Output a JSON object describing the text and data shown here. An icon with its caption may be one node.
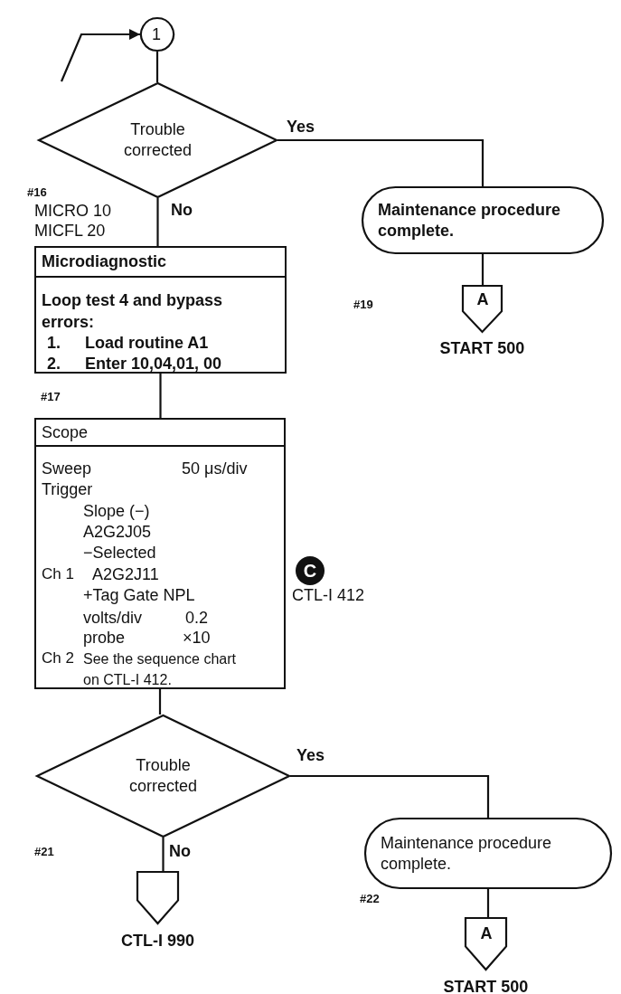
{
  "diagram": {
    "nodes": [
      {
        "text": [
          "1"
        ]
      },
      {
        "text": [
          "Trouble corrected"
        ]
      },
      {
        "text": [
          "Maintenance procedure complete."
        ]
      },
      {
        "text": [
          "A"
        ],
        "beside": [
          "START 500"
        ]
      },
      {
        "text": [
          "Microdiagnostic",
          "Loop test 4 and bypass errors:",
          "1.",
          "Load routine A1",
          "2.",
          "Enter 10,04,01, 00"
        ]
      },
      {
        "text": [
          "Scope",
          "Sweep",
          "50 μs/div",
          "Trigger",
          "Slope (−)",
          "A2G2J05",
          "−Selected",
          "Ch 1",
          "A2G2J11",
          "+Tag Gate NPL",
          "volts/div",
          "0.2",
          "probe",
          "×10",
          "Ch 2",
          "See the sequence chart on CTL-I 412."
        ]
      },
      {
        "text": [
          "Trouble corrected"
        ]
      },
      {
        "text": [
          "Maintenance procedure complete."
        ]
      },
      {
        "text": [
          "A"
        ],
        "beside": [
          "START 500"
        ]
      },
      {
        "text": [],
        "shape": "pentagon",
        "beside": [
          "CTL-I 990"
        ]
      }
    ],
    "edges": [
      {
        "from": null,
        "to": 0,
        "arrow": "to"
      },
      {
        "from": 0,
        "to": 1,
        "arrow": "none"
      },
      {
        "from": 1,
        "to": 2,
        "arrow": "none",
        "label": "Yes"
      },
      {
        "from": 2,
        "to": 3,
        "arrow": "none"
      },
      {
        "from": 1,
        "to": 4,
        "arrow": "none",
        "label": "No"
      },
      {
        "from": 4,
        "to": 5,
        "arrow": "none"
      },
      {
        "from": 5,
        "to": 6,
        "arrow": "none"
      },
      {
        "from": 6,
        "to": 7,
        "arrow": "none",
        "label": "Yes"
      },
      {
        "from": 7,
        "to": 8,
        "arrow": "none"
      },
      {
        "from": 6,
        "to": 9,
        "arrow": "none",
        "label": "No"
      }
    ],
    "labels": [
      "#16",
      "MICRO 10",
      "MICFL 20",
      "#19",
      "#17",
      "C",
      "CTL-I 412",
      "#21",
      "#22"
    ]
  }
}
